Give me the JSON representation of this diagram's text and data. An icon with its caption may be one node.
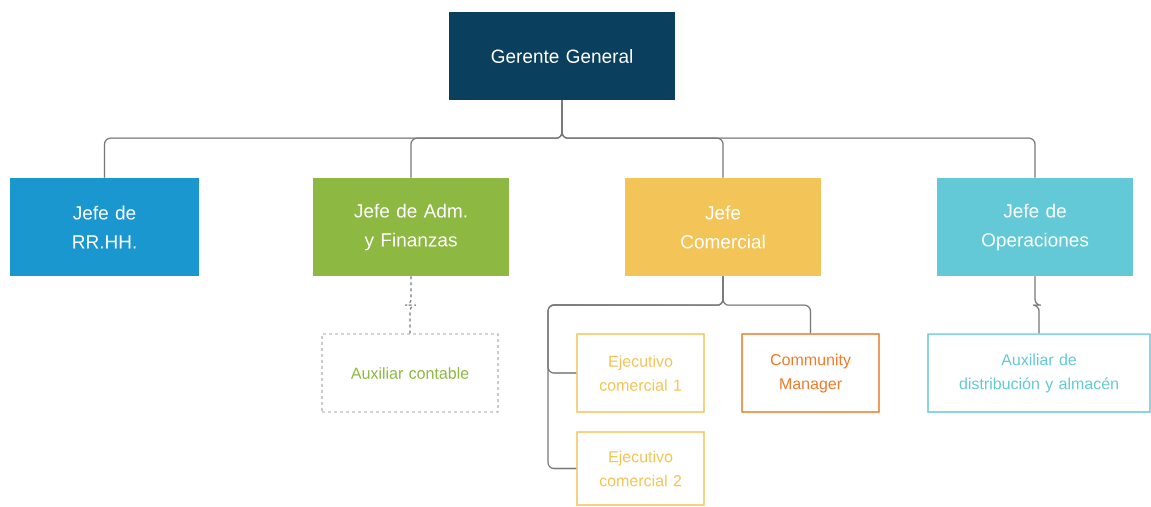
{
  "diagram": {
    "nodes": [
      {
        "text": [
          "Gerente General"
        ]
      },
      {
        "text": [
          "Jefe de RR.HH."
        ]
      },
      {
        "text": [
          "Jefe de Adm. y Finanzas"
        ]
      },
      {
        "text": [
          "Jefe Comercial"
        ]
      },
      {
        "text": [
          "Jefe de Operaciones"
        ]
      },
      {
        "text": [
          "Auxiliar contable"
        ]
      },
      {
        "text": [
          "Ejecutivo comercial 1"
        ]
      },
      {
        "text": [
          "Community Manager"
        ]
      },
      {
        "text": [
          "Ejecutivo comercial 2"
        ]
      },
      {
        "text": [
          "Auxiliar de distribución y almacén"
        ]
      }
    ],
    "edges": [
      {
        "from": 0,
        "to": 1,
        "arrow": "none"
      },
      {
        "from": 0,
        "to": 2,
        "arrow": "none"
      },
      {
        "from": 0,
        "to": 3,
        "arrow": "none"
      },
      {
        "from": 0,
        "to": 4,
        "arrow": "none"
      },
      {
        "from": 2,
        "to": 5,
        "arrow": "none",
        "style": "dashed"
      },
      {
        "from": 3,
        "to": 6,
        "arrow": "none"
      },
      {
        "from": 3,
        "to": 8,
        "arrow": "none"
      },
      {
        "from": 3,
        "to": 7,
        "arrow": "none"
      },
      {
        "from": 4,
        "to": 9,
        "arrow": "none"
      }
    ]
  }
}
